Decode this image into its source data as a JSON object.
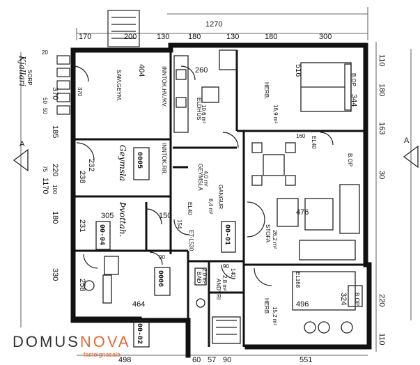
{
  "top_dimensions": {
    "total": "1270",
    "segments": [
      "170",
      "200",
      "130",
      "180",
      "130",
      "180",
      "300"
    ]
  },
  "bottom_dimensions": [
    "498",
    "60",
    "57",
    "90",
    "551"
  ],
  "right_dimensions": [
    "110",
    "180",
    "163",
    "30",
    "220",
    "110"
  ],
  "left_dimensions": [
    "370",
    "185",
    "220",
    "180",
    "330",
    "1170",
    "75",
    "100",
    "50",
    "50",
    "20"
  ],
  "rooms": {
    "sam_geym": {
      "label": "SAM.GEYM.",
      "code": "404",
      "dim": "370"
    },
    "inntok_hv": {
      "label": "INNTOK.HV./KV.",
      "code": "",
      "dim": ""
    },
    "eldhus": {
      "label": "ELDHÚS",
      "code": "260",
      "area": "10,6 m²"
    },
    "herb_top": {
      "label": "HERB.",
      "code": "516",
      "area": "16,9 m²"
    },
    "bop_top": {
      "label": "B.OP",
      "code": "344"
    },
    "inntok_rr": {
      "label": "INNTOK.RR.",
      "code": "",
      "dim": ""
    },
    "geymsla": {
      "label": "GEYMSLA",
      "area": "4,0 m²"
    },
    "gangur": {
      "label": "GANGUR",
      "area": "8,4 m²"
    },
    "stofa": {
      "label": "STOFA",
      "area": "26,2 m²",
      "code": "476"
    },
    "bop_mid": {
      "label": "B.OP",
      "code": ""
    },
    "herb_bottom": {
      "label": "HERB",
      "code": "496",
      "area": "15,2 m²"
    },
    "bop_bottom": {
      "label": "B.OP",
      "code": "324"
    },
    "bad": {
      "label": "BAÐ",
      "area": "2,0 m²"
    },
    "andyri": {
      "label": "ANDYRI",
      "area": "2,8 m²"
    },
    "kjallari": {
      "label": "Kjallari",
      "code": ""
    },
    "sorp": {
      "label": "SORP",
      "code": ""
    }
  },
  "room_codes": {
    "c305": "305",
    "c150": "150",
    "c238": "238",
    "c231": "231",
    "c232": "232",
    "c258": "258",
    "c464": "464",
    "c160": "160",
    "c90a": "90",
    "c90b": "90",
    "c154": "154",
    "c140": "140"
  },
  "boxed_labels": [
    "0005",
    "00-04",
    "00-01",
    "0006",
    "00-02"
  ],
  "handwritten": {
    "geymsla_note": "Geymsla",
    "geyisla_note": "Þvottah.",
    "kjallari": "Kjallari"
  },
  "section_markers": {
    "left": "A",
    "right": "A"
  },
  "misc_labels": {
    "el40": "EL40",
    "el40b": "EL40",
    "eli68": "EL168",
    "skil": "ET-L530"
  },
  "logo": {
    "brand_main": "DOMUS",
    "brand_accent": "NOVA",
    "tagline": "fasteignasala"
  }
}
